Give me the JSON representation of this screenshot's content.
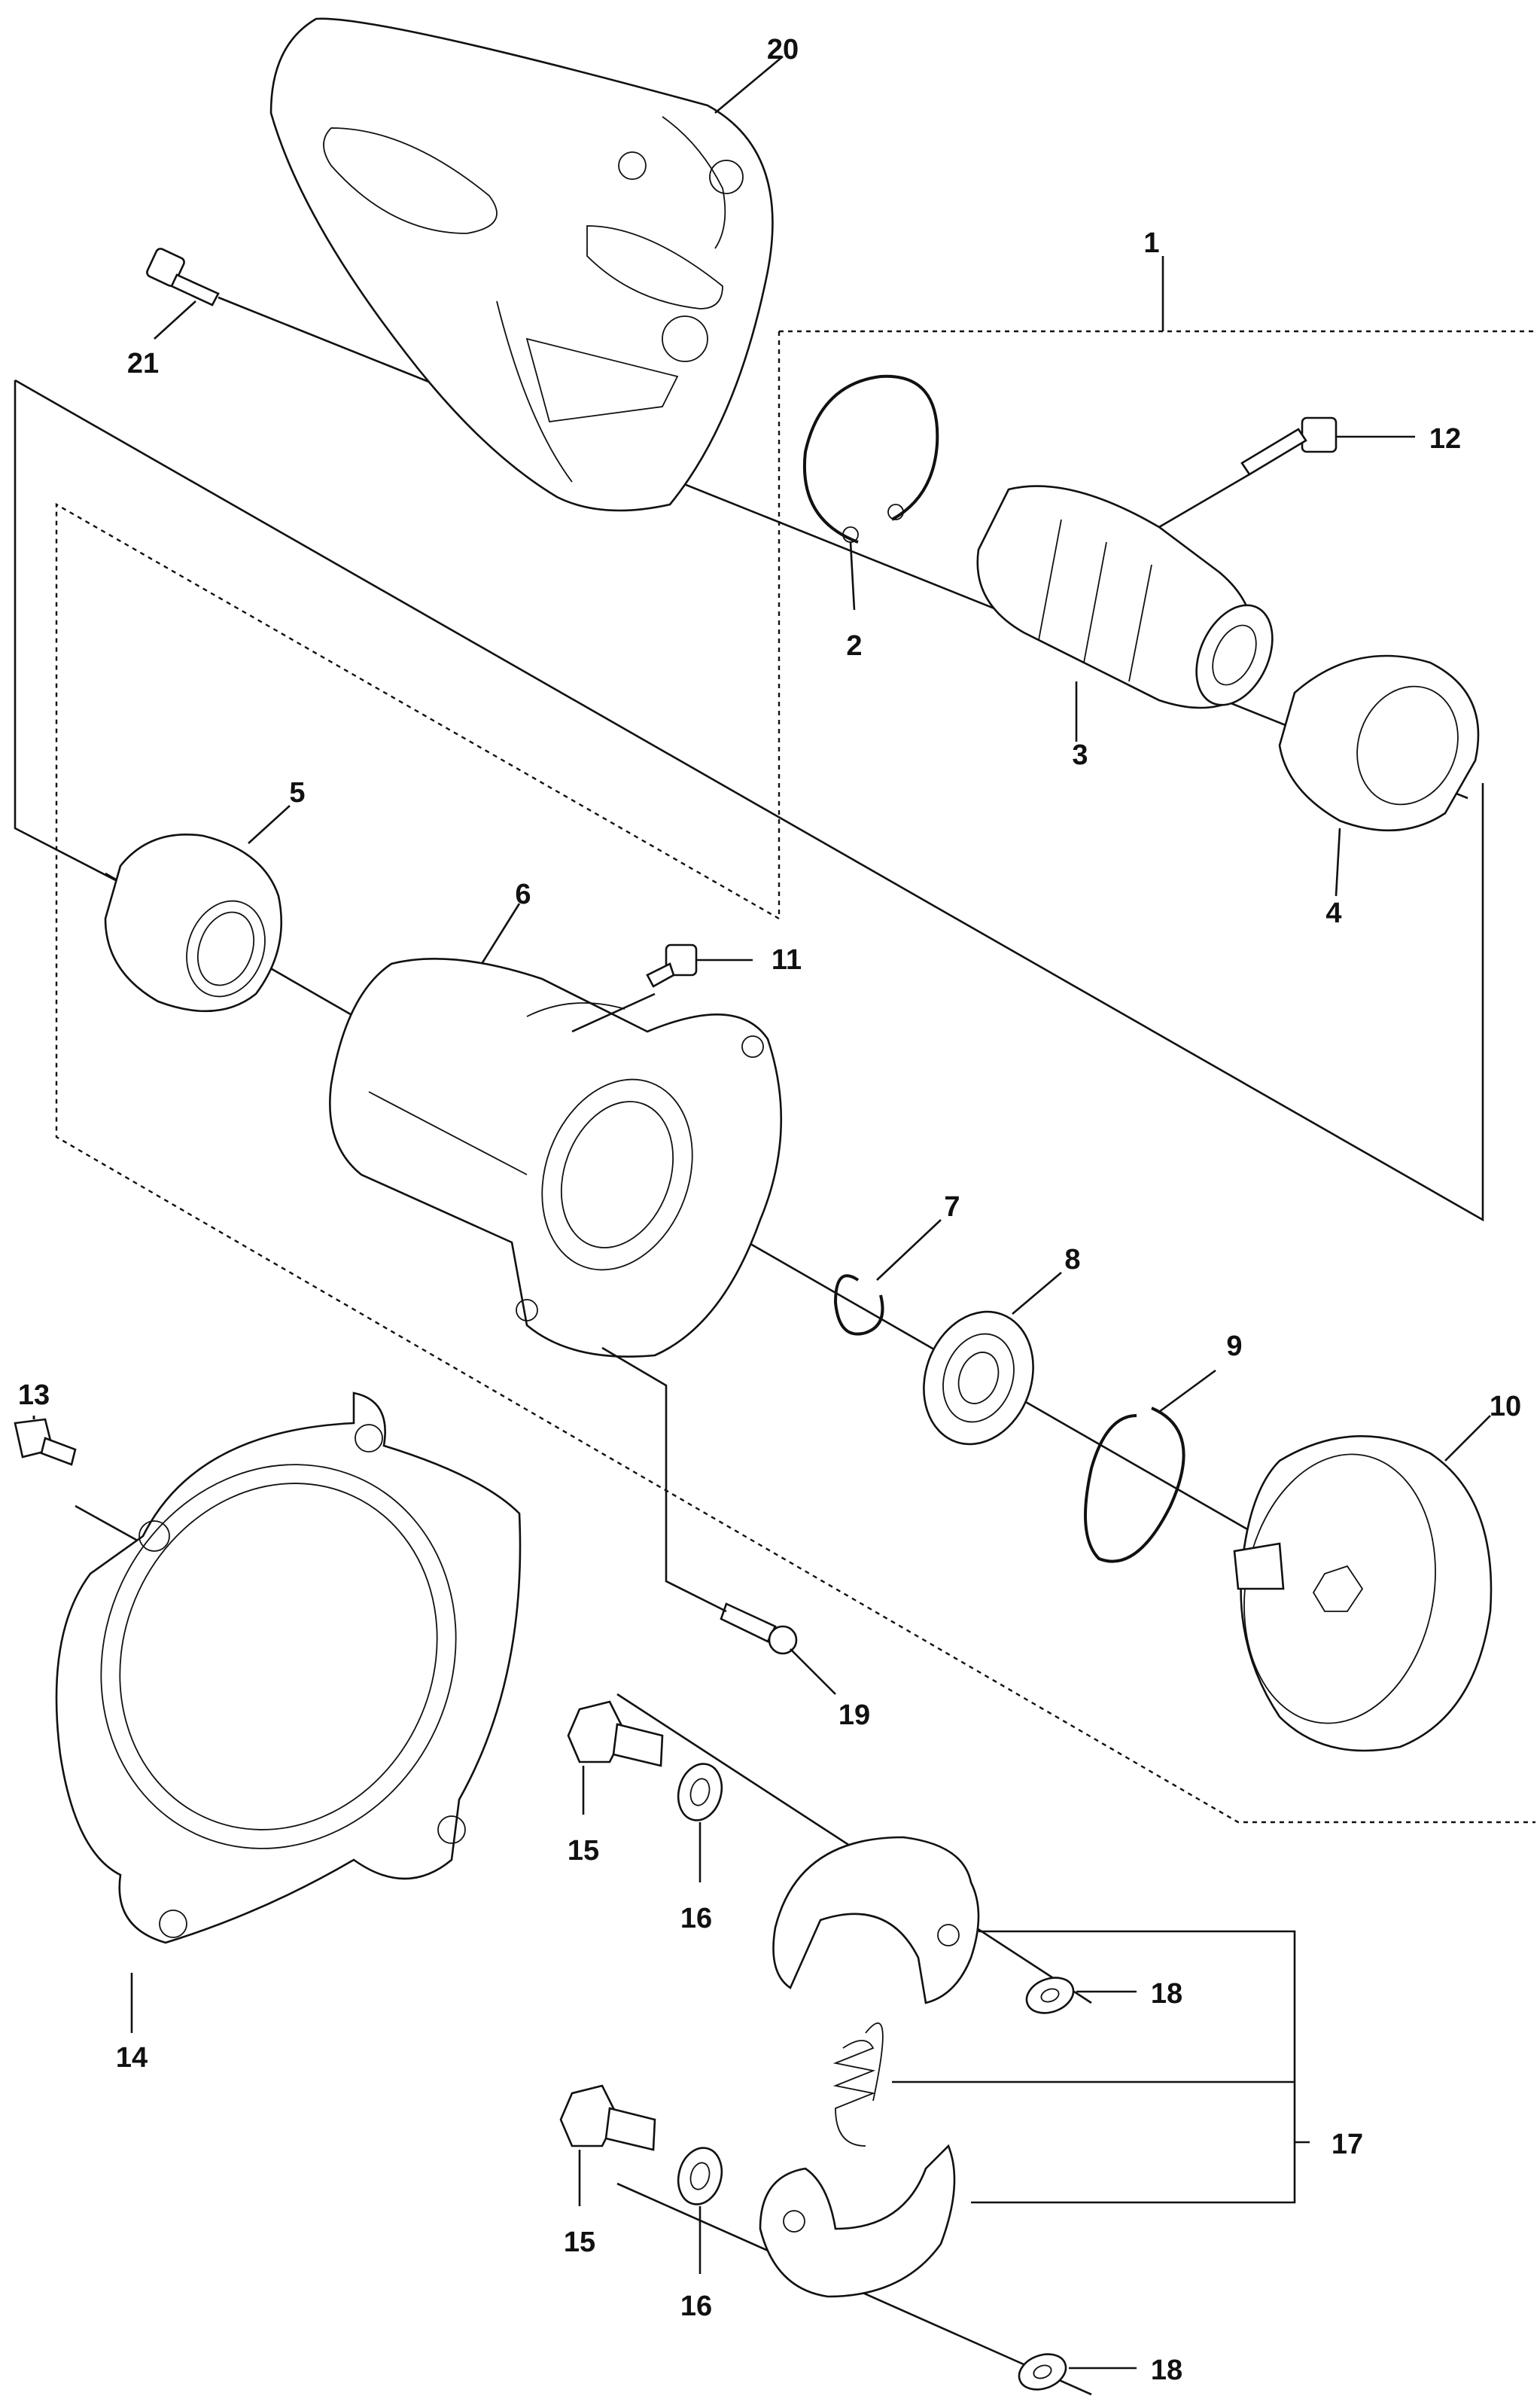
{
  "labels": {
    "p1": "1",
    "p2": "2",
    "p3": "3",
    "p4": "4",
    "p5": "5",
    "p6": "6",
    "p7": "7",
    "p8": "8",
    "p9": "9",
    "p10": "10",
    "p11": "11",
    "p12": "12",
    "p13": "13",
    "p14": "14",
    "p15a": "15",
    "p15b": "15",
    "p16a": "16",
    "p16b": "16",
    "p17": "17",
    "p18a": "18",
    "p18b": "18",
    "p19": "19",
    "p20": "20",
    "p21": "21"
  }
}
